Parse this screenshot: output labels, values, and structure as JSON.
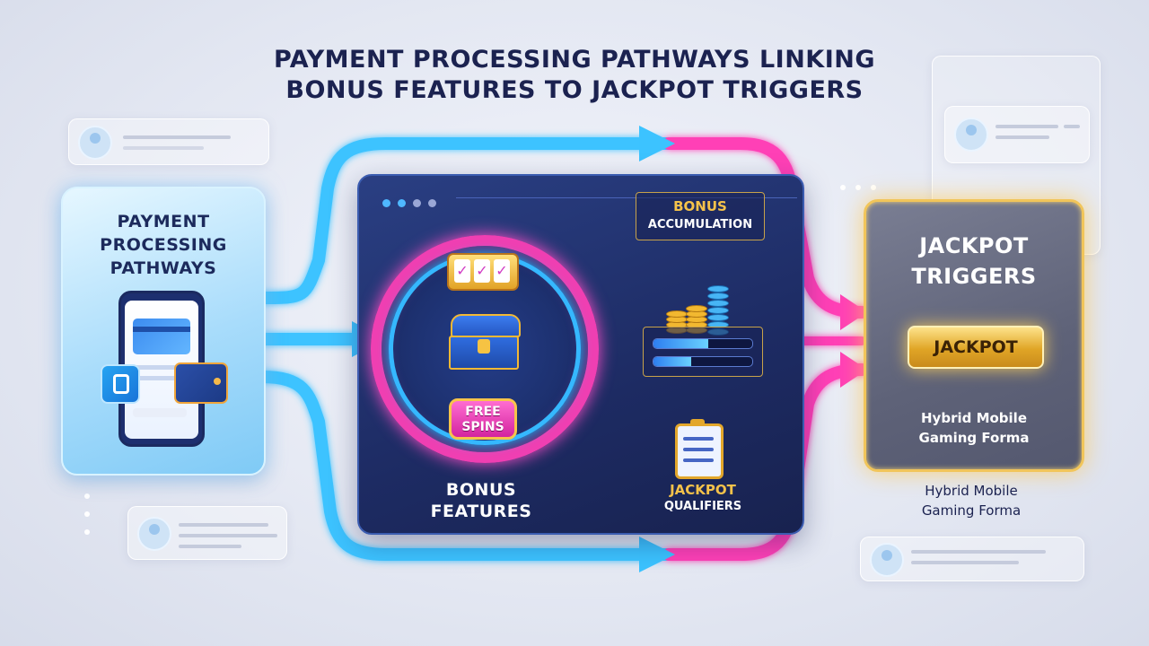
{
  "title": {
    "line1": "PAYMENT PROCESSING PATHWAYS LINKING",
    "line2": "BONUS FEATURES TO JACKPOT TRIGGERS"
  },
  "left_card": {
    "line1": "PAYMENT",
    "line2": "PROCESSING",
    "line3": "PATHWAYS",
    "icons": [
      "phone-icon",
      "credit-card-icon",
      "wallet-icon",
      "lock-icon"
    ]
  },
  "center_panel": {
    "label_line1": "BONUS",
    "label_line2": "FEATURES",
    "free_spins_line1": "FREE",
    "free_spins_line2": "SPINS",
    "icons": [
      "slot-machine-icon",
      "treasure-chest-icon",
      "free-spins-badge"
    ]
  },
  "outputs": {
    "bonus_accumulation_line1": "BONUS",
    "bonus_accumulation_line2": "ACCUMULATION",
    "jackpot_qualifiers_line1": "JACKPOT",
    "jackpot_qualifiers_line2": "QUALIFIERS",
    "progress_levels": [
      0.55,
      0.38
    ]
  },
  "jackpot_card": {
    "line1": "JACKPOT",
    "line2": "TRIGGERS",
    "badge": "JACKPOT",
    "sub_line1": "Hybrid Mobile",
    "sub_line2": "Gaming Forma"
  },
  "outer_caption": {
    "line1": "Hybrid Mobile",
    "line2": "Gaming Forma"
  },
  "colors": {
    "blue_path": "#3cc3ff",
    "pink_path": "#ff3fb6",
    "gold": "#f1c55a",
    "navy": "#1b2250"
  }
}
